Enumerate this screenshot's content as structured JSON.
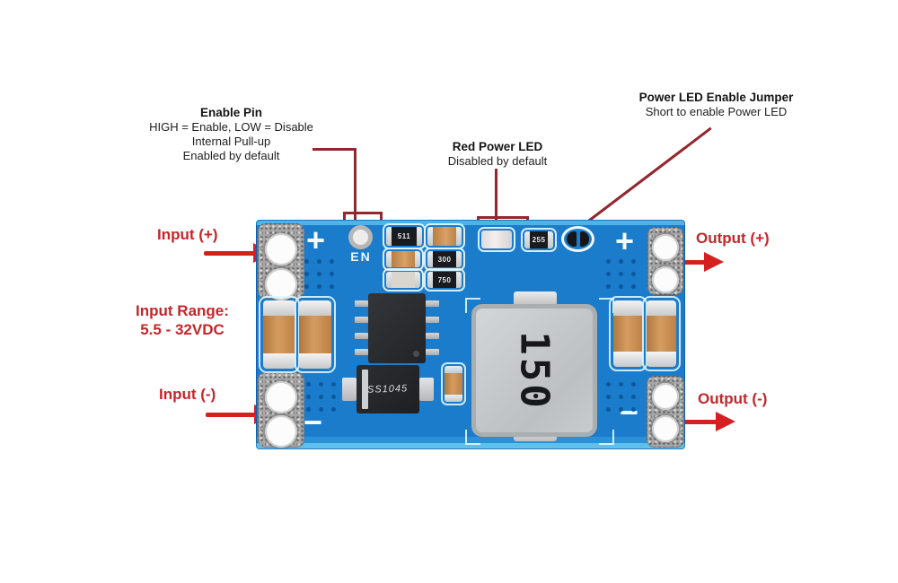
{
  "diagram": {
    "colors": {
      "board_blue": "#1b7ccb",
      "board_edge_light": "#4fb3e6",
      "silkscreen_cyan": "#dff6fe",
      "annotation_red_line": "#93272f",
      "arrow_red": "#d42020",
      "label_red": "#c4262a",
      "callout_black": "#1e1e1e",
      "cap_orange": "#d59c60",
      "inductor_gray": "#c6cacc"
    },
    "callouts": {
      "enable_pin": {
        "title": "Enable Pin",
        "line1": "HIGH = Enable, LOW = Disable",
        "line2": "Internal Pull-up",
        "line3": "Enabled by default"
      },
      "power_led": {
        "title": "Red Power LED",
        "line1": "Disabled by default"
      },
      "led_jumper": {
        "title": "Power LED Enable Jumper",
        "line1": "Short to enable Power LED"
      }
    },
    "labels": {
      "input_pos": "Input (+)",
      "input_neg": "Input (-)",
      "output_pos": "Output (+)",
      "output_neg": "Output (-)",
      "input_range_title": "Input Range:",
      "input_range_value": "5.5 - 32VDC"
    },
    "board": {
      "enable_label": "EN",
      "inductor_value": "150",
      "diode_label": "SS1045",
      "resistor_labels": [
        "511",
        "300",
        "750",
        "255"
      ],
      "marks": {
        "input_plus": "+",
        "output_plus": "+",
        "input_minus": "−",
        "output_minus": "−"
      }
    }
  }
}
